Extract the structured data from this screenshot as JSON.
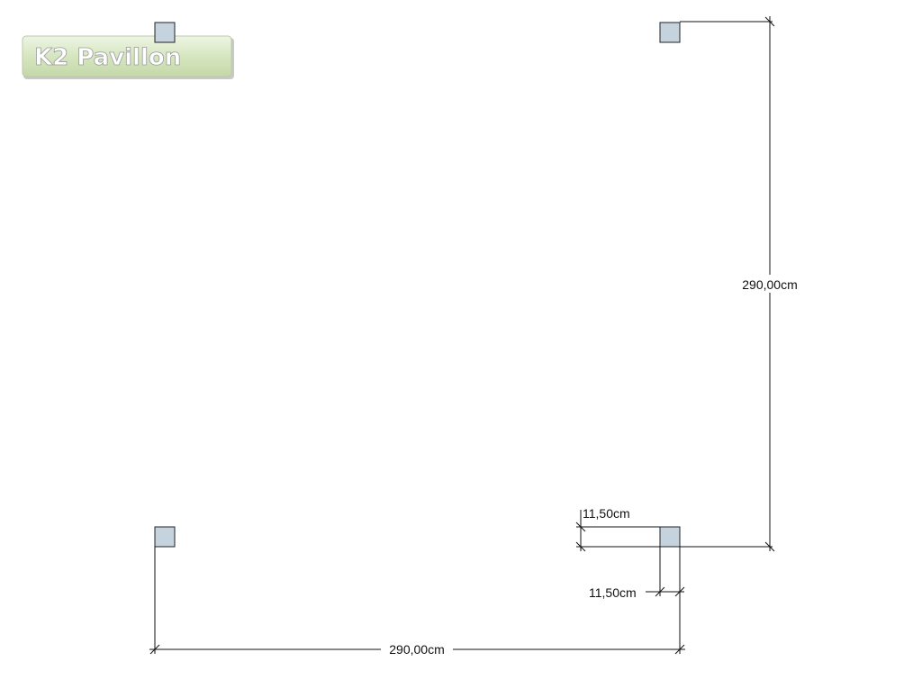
{
  "logo": {
    "text": "K2 Pavillon"
  },
  "dimensions": {
    "vertical_total": "290,00cm",
    "horizontal_total": "290,00cm",
    "offset_top": "11,50cm",
    "offset_bottom": "11,50cm"
  },
  "colors": {
    "post_fill": "#c4d3de",
    "logo_bg": "#d9e8c6"
  }
}
